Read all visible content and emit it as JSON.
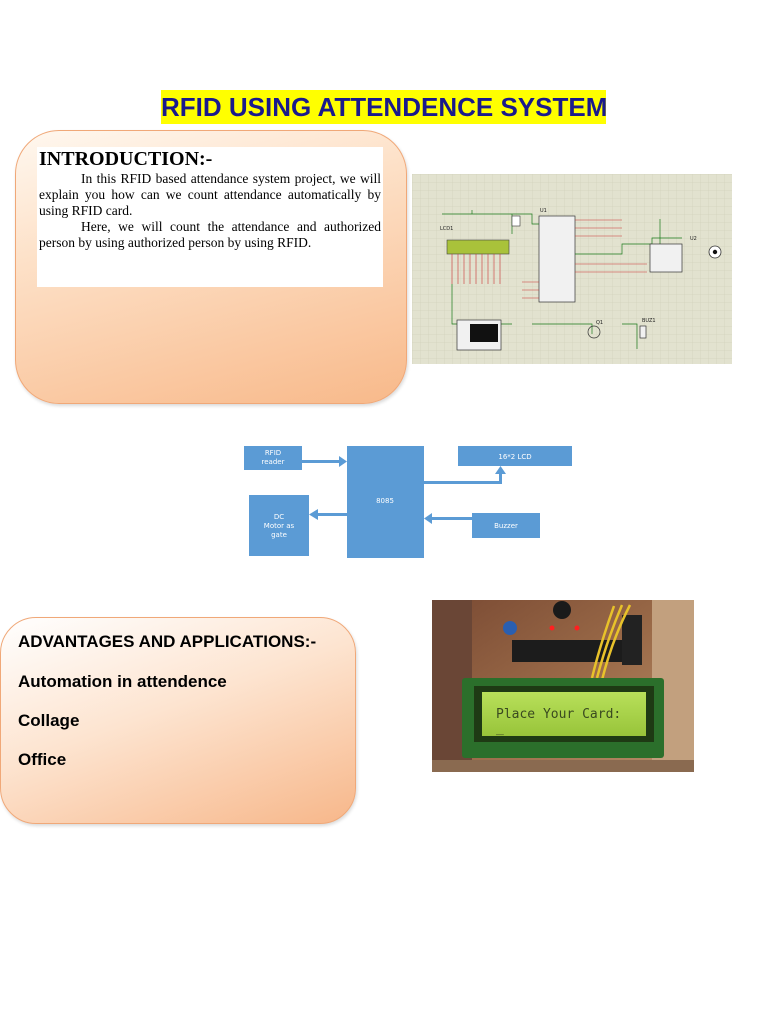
{
  "title": "RFID  USING ATTENDENCE SYSTEM",
  "introduction": {
    "heading": "INTRODUCTION:-",
    "paragraph1": "In this RFID based attendance system project, we will explain you how can we count attendance automatically by using RFID card.",
    "paragraph2": "Here, we will count the attendance and authorized person by using authorized person by using RFID."
  },
  "schematic": {
    "labels": [
      "LCD1",
      "U1",
      "U2",
      "Q1",
      "BUZ1"
    ]
  },
  "block_diagram": {
    "rfid_reader": [
      "RFID",
      "reader"
    ],
    "mcu": "8085",
    "lcd": "16*2 LCD",
    "motor": [
      "DC",
      "Motor as",
      "gate"
    ],
    "buzzer": "Buzzer"
  },
  "advantages": {
    "heading": "ADVANTAGES AND APPLICATIONS:-",
    "items": [
      "Automation in attendence",
      "Collage",
      "Office"
    ]
  },
  "photo": {
    "lcd_text": "Place Your Card:",
    "cursor": "_"
  },
  "colors": {
    "title_bg": "#ffff00",
    "title_text": "#1a1a8c",
    "block_fill": "#5b9bd5",
    "lcd_green": "#a8d84a"
  }
}
